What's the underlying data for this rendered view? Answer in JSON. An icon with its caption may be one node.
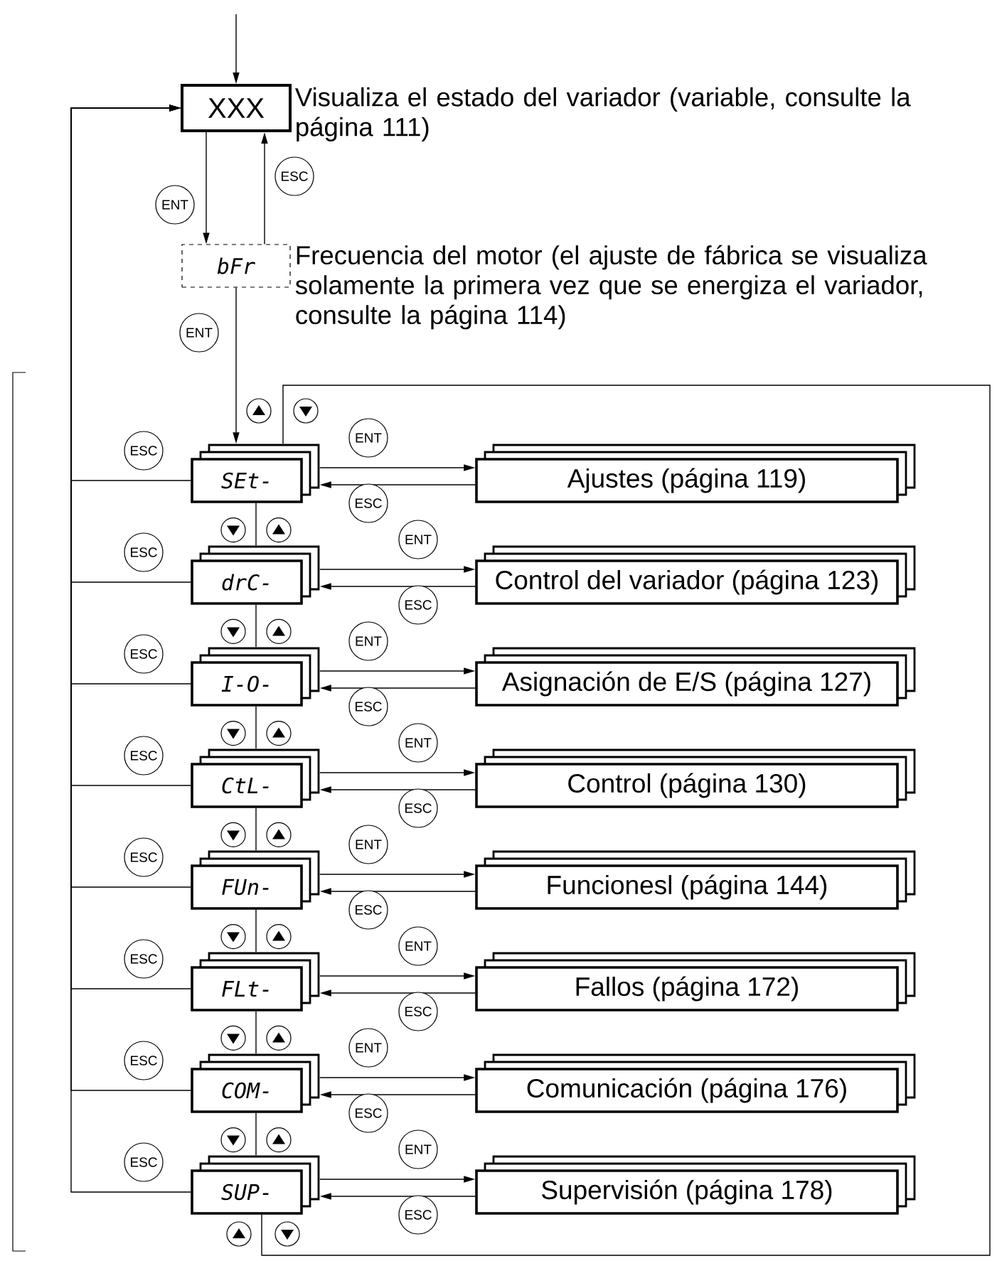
{
  "diagram": {
    "nodes": [
      {
        "text": [
          "XXX"
        ],
        "beside": [
          "Visualiza el estado del variador (variable, consulte la página 111)"
        ]
      },
      {
        "text": [
          "bFr"
        ],
        "beside": [
          "Frecuencia del motor (el ajuste de fábrica se visualiza solamente la primera vez que se energiza el variador, consulte la página 114)"
        ]
      },
      {
        "text": [
          "SEt-"
        ]
      },
      {
        "text": [
          "drC-"
        ]
      },
      {
        "text": [
          "I-O-"
        ]
      },
      {
        "text": [
          "CtL-"
        ]
      },
      {
        "text": [
          "FUn-"
        ]
      },
      {
        "text": [
          "FLt-"
        ]
      },
      {
        "text": [
          "COM-"
        ]
      },
      {
        "text": [
          "SUP-"
        ]
      },
      {
        "text": [
          "Ajustes (página 119)"
        ]
      },
      {
        "text": [
          "Control del variador (página 123)"
        ]
      },
      {
        "text": [
          "Asignación de E/S (página 127)"
        ]
      },
      {
        "text": [
          "Control (página 130)"
        ]
      },
      {
        "text": [
          "Funcionesl (página 144)"
        ]
      },
      {
        "text": [
          "Fallos (página 172)"
        ]
      },
      {
        "text": [
          "Comunicación (página 176)"
        ]
      },
      {
        "text": [
          "Supervisión (página 178)"
        ]
      }
    ],
    "edges": [
      {
        "from": null,
        "to": 0,
        "arrow": "to"
      },
      {
        "from": 0,
        "to": 1,
        "arrow": "to",
        "label": "ENT"
      },
      {
        "from": 1,
        "to": 0,
        "arrow": "to",
        "label": "ESC"
      },
      {
        "from": 1,
        "to": 2,
        "arrow": "to",
        "label": "ENT"
      },
      {
        "from": 2,
        "to": 10,
        "arrow": "to",
        "label": "ENT"
      },
      {
        "from": 10,
        "to": 2,
        "arrow": "to",
        "label": "ESC"
      },
      {
        "from": 2,
        "to": 0,
        "arrow": "to",
        "label": "ESC"
      },
      {
        "from": 3,
        "to": 11,
        "arrow": "to",
        "label": "ENT"
      },
      {
        "from": 11,
        "to": 3,
        "arrow": "to",
        "label": "ESC"
      },
      {
        "from": 3,
        "to": 0,
        "arrow": "to",
        "label": "ESC"
      },
      {
        "from": 4,
        "to": 12,
        "arrow": "to",
        "label": "ENT"
      },
      {
        "from": 12,
        "to": 4,
        "arrow": "to",
        "label": "ESC"
      },
      {
        "from": 4,
        "to": 0,
        "arrow": "to",
        "label": "ESC"
      },
      {
        "from": 5,
        "to": 13,
        "arrow": "to",
        "label": "ENT"
      },
      {
        "from": 13,
        "to": 5,
        "arrow": "to",
        "label": "ESC"
      },
      {
        "from": 5,
        "to": 0,
        "arrow": "to",
        "label": "ESC"
      },
      {
        "from": 6,
        "to": 14,
        "arrow": "to",
        "label": "ENT"
      },
      {
        "from": 14,
        "to": 6,
        "arrow": "to",
        "label": "ESC"
      },
      {
        "from": 6,
        "to": 0,
        "arrow": "to",
        "label": "ESC"
      },
      {
        "from": 7,
        "to": 15,
        "arrow": "to",
        "label": "ENT"
      },
      {
        "from": 15,
        "to": 7,
        "arrow": "to",
        "label": "ESC"
      },
      {
        "from": 7,
        "to": 0,
        "arrow": "to",
        "label": "ESC"
      },
      {
        "from": 8,
        "to": 16,
        "arrow": "to",
        "label": "ENT"
      },
      {
        "from": 16,
        "to": 8,
        "arrow": "to",
        "label": "ESC"
      },
      {
        "from": 8,
        "to": 0,
        "arrow": "to",
        "label": "ESC"
      },
      {
        "from": 9,
        "to": 17,
        "arrow": "to",
        "label": "ENT"
      },
      {
        "from": 17,
        "to": 9,
        "arrow": "to",
        "label": "ESC"
      },
      {
        "from": 9,
        "to": 0,
        "arrow": "to",
        "label": "ESC"
      },
      {
        "from": 2,
        "to": 3,
        "arrow": "none"
      },
      {
        "from": 3,
        "to": 4,
        "arrow": "none"
      },
      {
        "from": 4,
        "to": 5,
        "arrow": "none"
      },
      {
        "from": 5,
        "to": 6,
        "arrow": "none"
      },
      {
        "from": 6,
        "to": 7,
        "arrow": "none"
      },
      {
        "from": 7,
        "to": 8,
        "arrow": "none"
      },
      {
        "from": 8,
        "to": 9,
        "arrow": "none"
      },
      {
        "from": 2,
        "to": 9,
        "arrow": "none"
      }
    ]
  }
}
